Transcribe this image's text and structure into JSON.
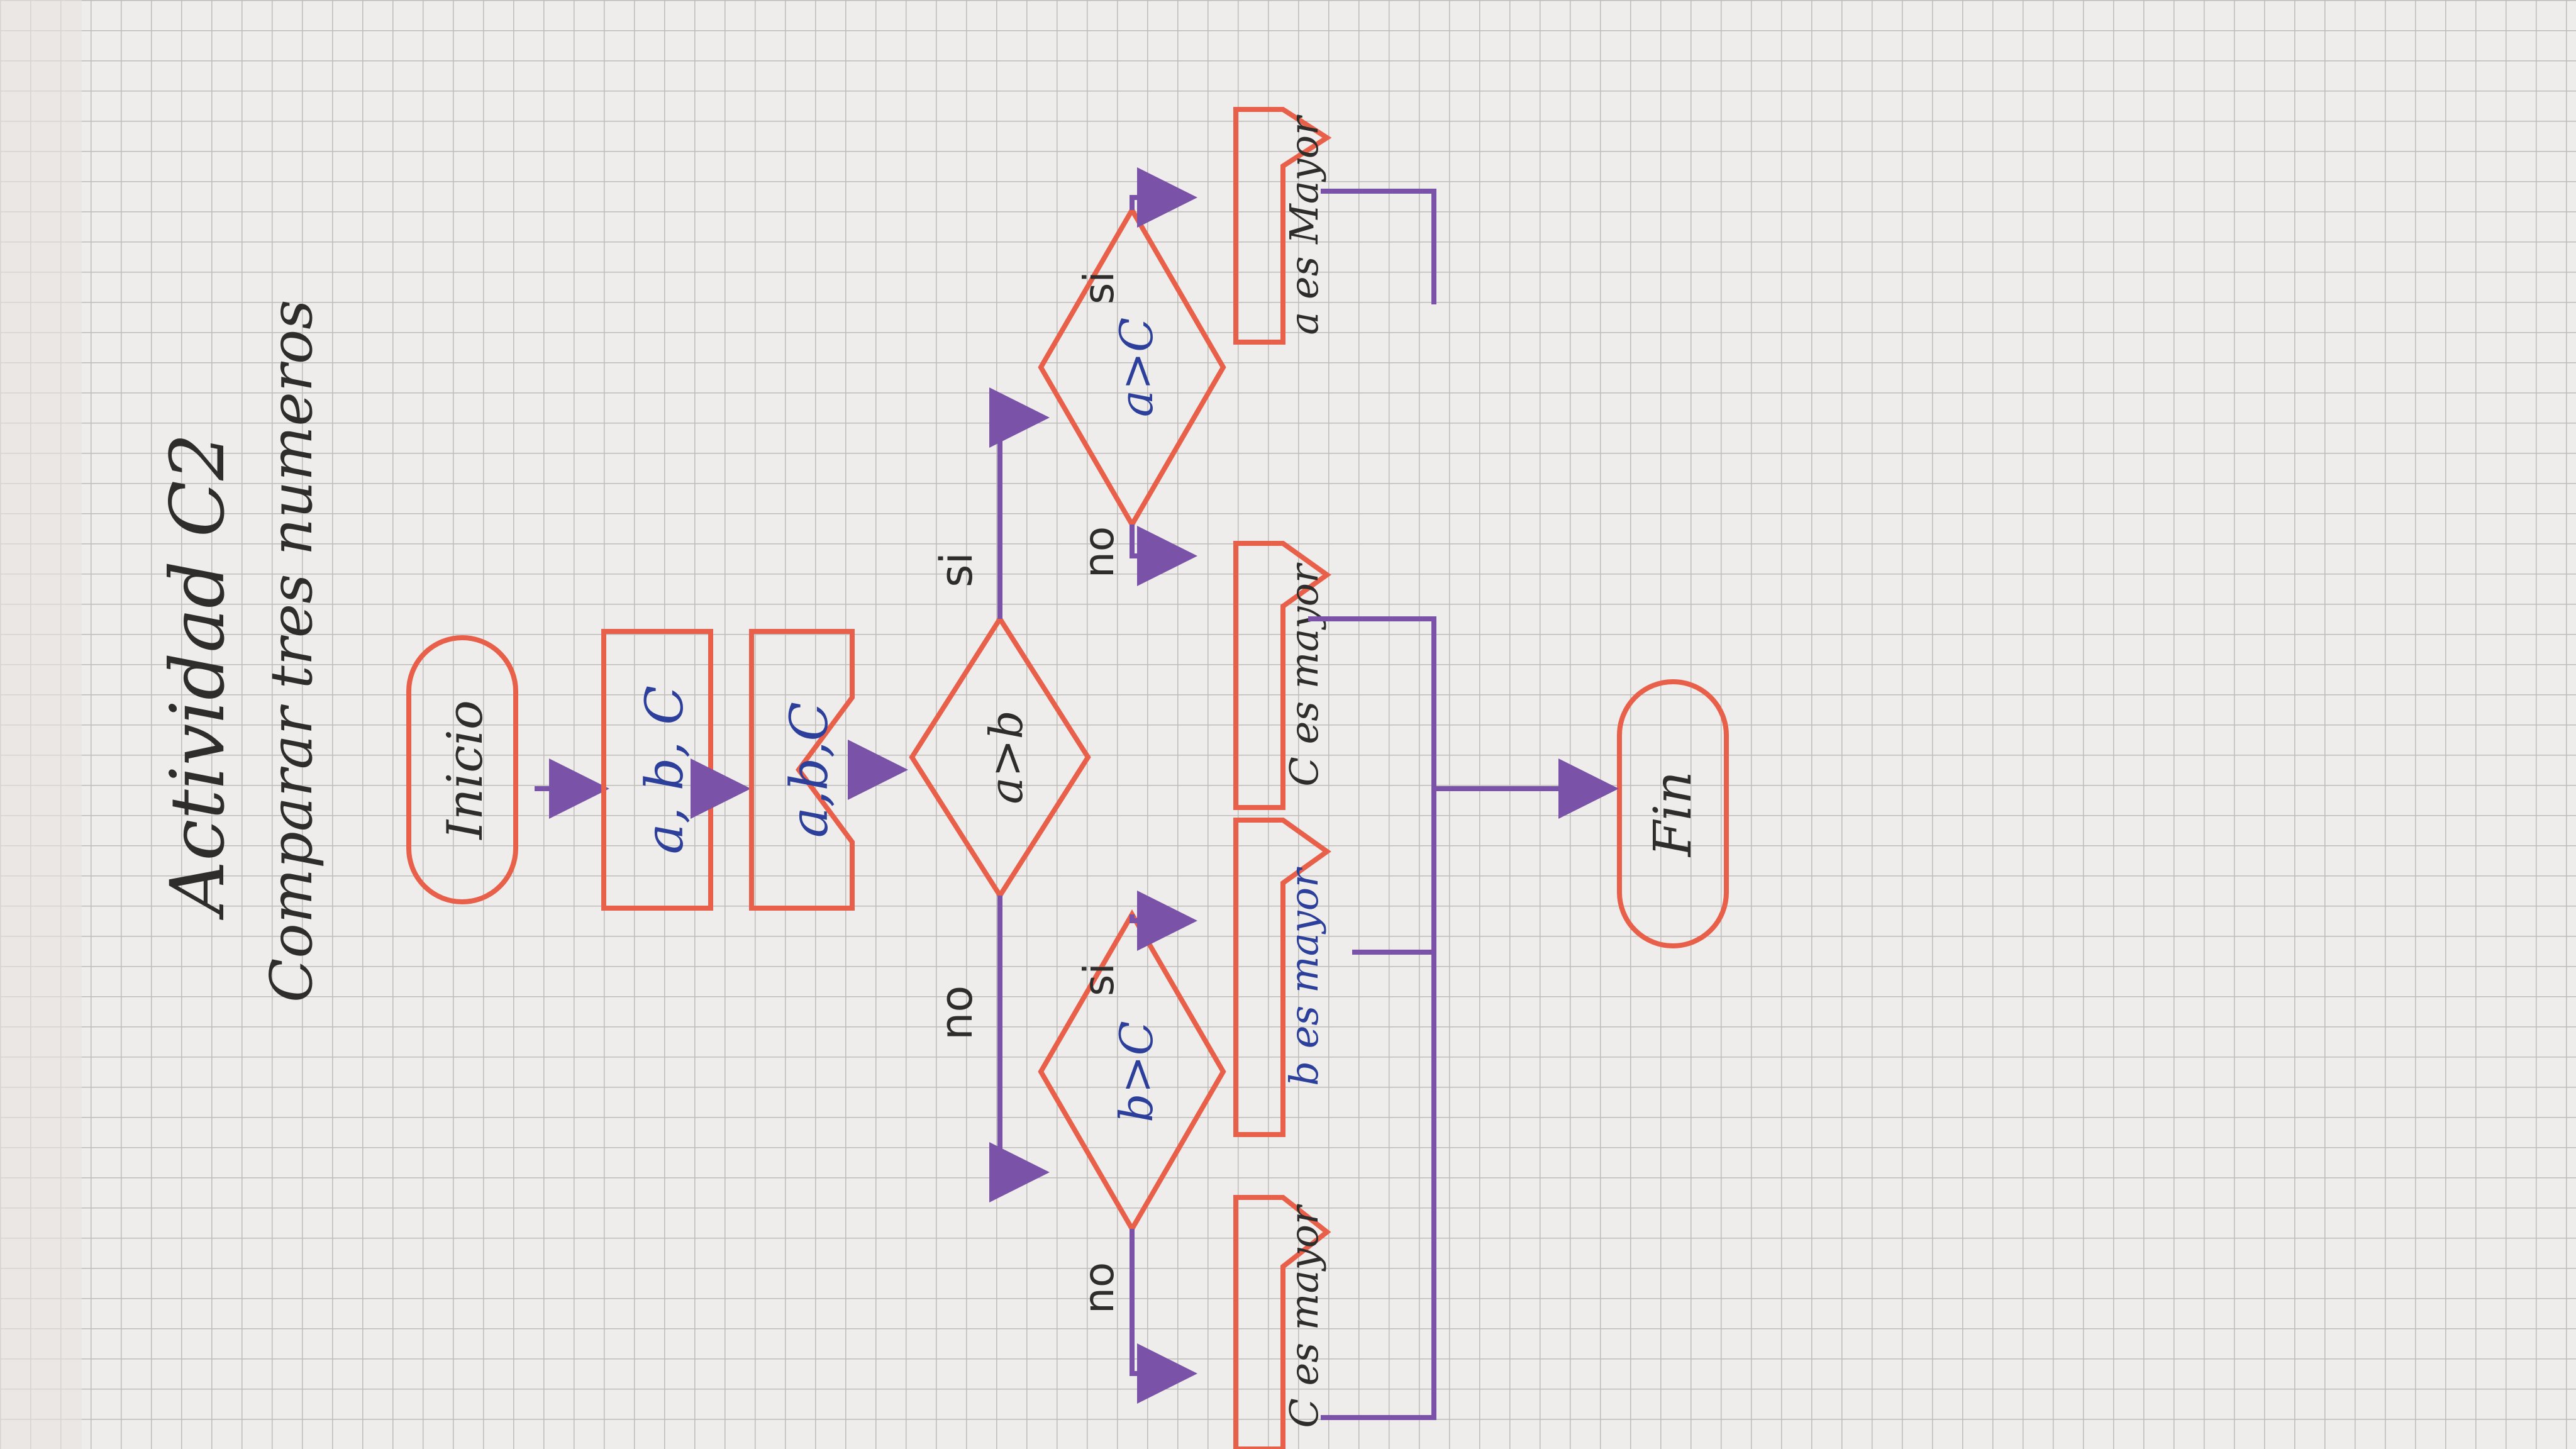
{
  "title": "Actividad C2",
  "subtitle": "Comparar tres numeros",
  "labels": {
    "start": "Inicio",
    "read": "a, b, C",
    "read2": "a,b,C",
    "d1": "a>b",
    "d2": "a>C",
    "d3": "b>C",
    "o_a": "a es Mayor",
    "o_c1": "C es mayor",
    "o_b": "b es mayor",
    "o_c2": "C es mayor",
    "end": "Fin",
    "yes": "si",
    "no": "no"
  },
  "colors": {
    "paper": "#efedeb",
    "grid": "#b9b6b2",
    "shape": "#e8604a",
    "line": "#7a52a8",
    "ink": "#2f2d2b",
    "blue": "#2c3f9a"
  }
}
